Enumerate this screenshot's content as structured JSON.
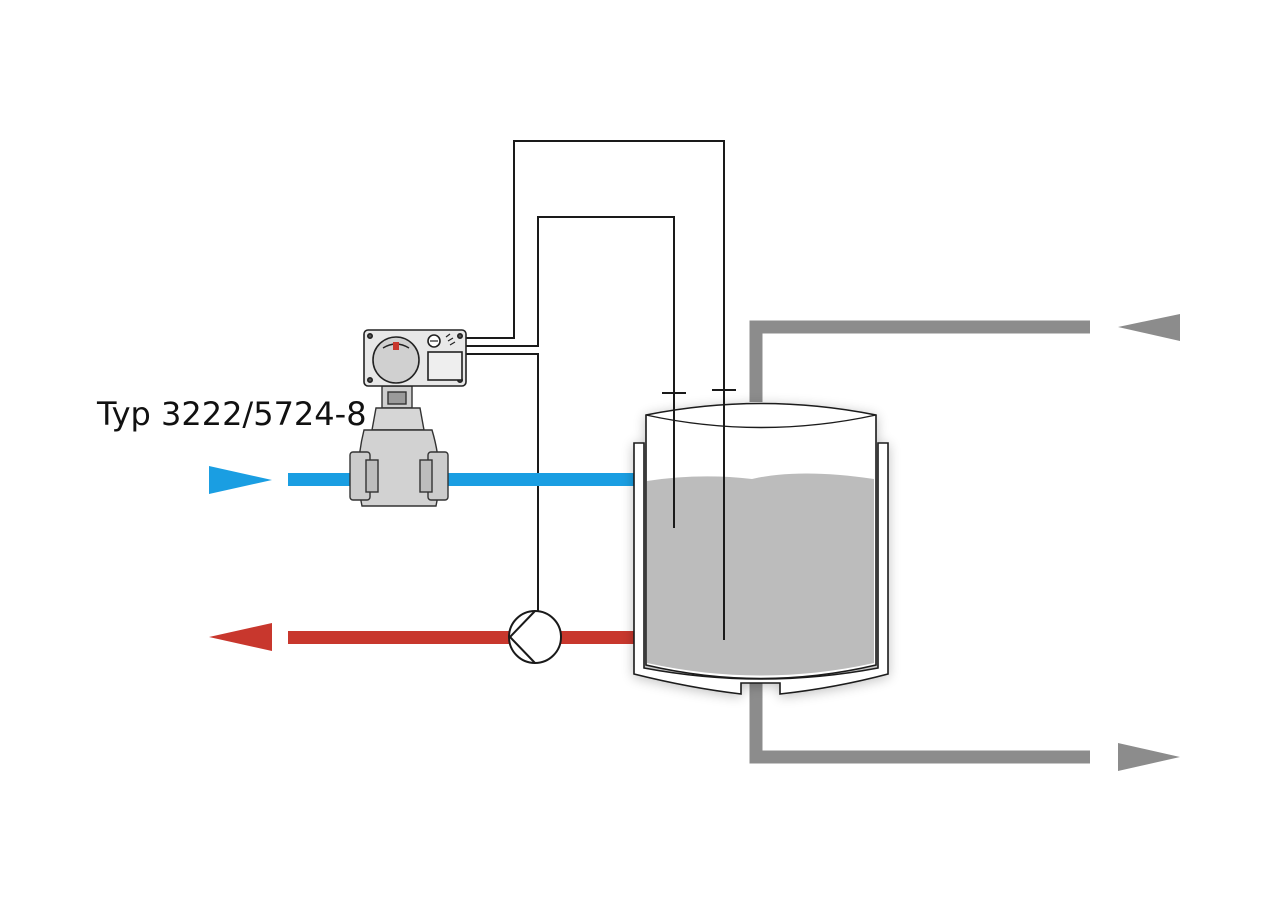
{
  "device_label": "Typ 3222/5724-8",
  "colors": {
    "supply_flow": "#1a9ee2",
    "return_flow": "#c8372d",
    "secondary_pipe": "#8c8c8c",
    "liquid": "#bcbcbc",
    "outline": "#1a1a1a",
    "actuator_body": "#e8e8e8",
    "valve_body": "#d2d2d2"
  },
  "icons": {
    "valve": "control-valve",
    "actuator": "electric-actuator",
    "pump": "circulation-pump",
    "tank": "storage-tank"
  }
}
